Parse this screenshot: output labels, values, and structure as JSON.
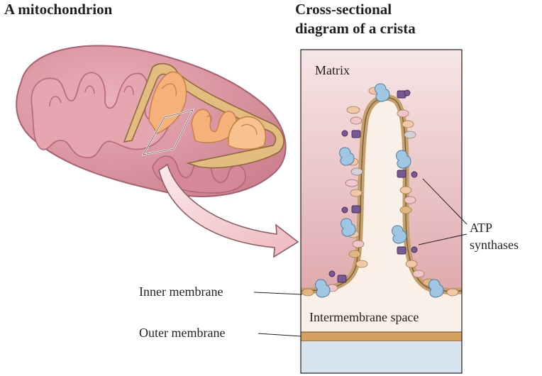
{
  "headings": {
    "left": "A mitochondrion",
    "right_line1": "Cross-sectional",
    "right_line2": "diagram of a crista"
  },
  "labels": {
    "matrix": "Matrix",
    "atp_line1": "ATP",
    "atp_line2": "synthases",
    "inner_membrane": "Inner membrane",
    "intermembrane_space": "Intermembrane space",
    "outer_membrane": "Outer membrane"
  },
  "colors": {
    "matrix_top": "#f7e6e6",
    "matrix_bottom": "#dfa9ad",
    "intermembrane": "#fbf0e7",
    "outer_membrane": "#d5a05e",
    "below_membrane": "#d7e3f1",
    "mito_body": "#d88f99",
    "mito_outline": "#b36d7a",
    "mito_cut_face": "#f6b27a",
    "atp_blue": "#9fc6e2",
    "atp_purple": "#7a5a96",
    "bead_peach": "#f2c7a6",
    "bead_pink": "#f1c3cb",
    "bead_tan": "#e2b681",
    "bead_gray": "#d3d0de"
  }
}
